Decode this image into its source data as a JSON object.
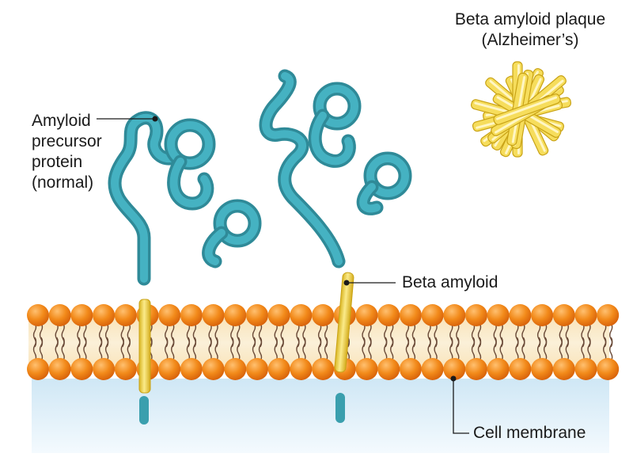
{
  "labels": {
    "app": [
      "Amyloid",
      "precursor",
      "protein",
      "(normal)"
    ],
    "plaque": [
      "Beta amyloid plaque",
      "(Alzheimer’s)"
    ],
    "beta_amyloid": "Beta amyloid",
    "cell_membrane": "Cell membrane"
  },
  "colors": {
    "protein_teal": "#3a9fae",
    "peptide_yellow": "#f4d84a",
    "lipid_head_orange": "#f08a1c",
    "lipid_tail_brown": "#6a4a38",
    "membrane_core": "#f7e8c6",
    "cytoplasm_blue": "#d6ecf7"
  }
}
